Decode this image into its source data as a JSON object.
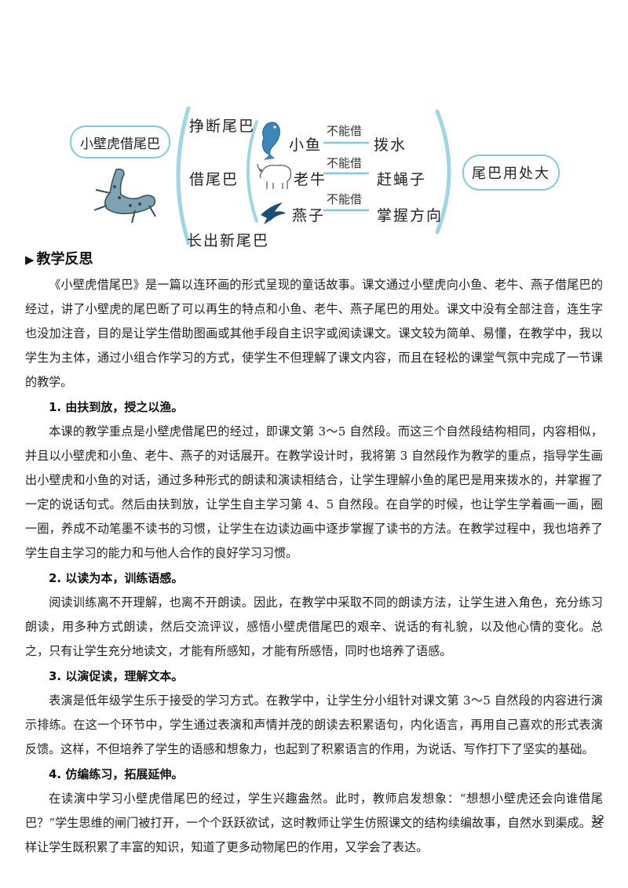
{
  "diagram": {
    "title": "小壁虎借尾巴",
    "branch_top": "挣断尾巴",
    "branch_middle": "借尾巴",
    "branch_bottom": "长出新尾巴",
    "animals": [
      {
        "name": "小鱼",
        "relation": "不能借",
        "use": "拨水"
      },
      {
        "name": "老牛",
        "relation": "不能借",
        "use": "赶蝇子"
      },
      {
        "name": "燕子",
        "relation": "不能借",
        "use": "掌握方向"
      }
    ],
    "conclusion": "尾巴用处大",
    "colors": {
      "accent": "#7ecbe0",
      "brace": "#9fd6e6"
    }
  },
  "section": {
    "marker": "▶",
    "title": "教学反思",
    "intro": "《小壁虎借尾巴》是一篇以连环画的形式呈现的童话故事。课文通过小壁虎向小鱼、老牛、燕子借尾巴的经过，讲了小壁虎的尾巴断了可以再生的特点和小鱼、老牛、燕子尾巴的用处。课文中没有全部注音，连生字也没加注音，目的是让学生借助图画或其他手段自主识字或阅读课文。课文较为简单、易懂，在教学中，我以学生为主体，通过小组合作学习的方式，使学生不但理解了课文内容，而且在轻松的课堂气氛中完成了一节课的教学。",
    "items": [
      {
        "heading": "1. 由扶到放，授之以渔。",
        "body": "本课的教学重点是小壁虎借尾巴的经过，即课文第 3～5 自然段。而这三个自然段结构相同，内容相似，并且以小壁虎和小鱼、老牛、燕子的对话展开。在教学设计时，我将第 3 自然段作为教学的重点，指导学生画出小壁虎和小鱼的对话，通过多种形式的朗读和演读相结合，让学生理解小鱼的尾巴是用来拨水的，并掌握了一定的说话句式。然后由扶到放，让学生自主学习第 4、5 自然段。在自学的时候，也让学生学着画一画，圈一圈，养成不动笔墨不读书的习惯，让学生在边读边画中逐步掌握了读书的方法。在教学过程中，我也培养了学生自主学习的能力和与他人合作的良好学习习惯。"
      },
      {
        "heading": "2. 以读为本，训练语感。",
        "body": "阅读训练离不开理解，也离不开朗读。因此，在教学中采取不同的朗读方法，让学生进入角色，充分练习朗读，用多种方式朗读，然后交流评议，感悟小壁虎借尾巴的艰辛、说话的有礼貌，以及他心情的变化。总之，只有让学生充分地读文，才能有所感知，才能有所感悟，同时也培养了语感。"
      },
      {
        "heading": "3. 以演促读，理解文本。",
        "body": "表演是低年级学生乐于接受的学习方式。在教学中，让学生分小组针对课文第 3～5 自然段的内容进行演示排练。在这一个环节中，学生通过表演和声情并茂的朗读去积累语句，内化语言，再用自己喜欢的形式表演反馈。这样，不但培养了学生的语感和想象力，也起到了积累语言的作用，为说话、写作打下了坚实的基础。"
      },
      {
        "heading": "4. 仿编练习，拓展延伸。",
        "body": "在读演中学习小壁虎借尾巴的经过，学生兴趣盎然。此时，教师启发想象：“想想小壁虎还会向谁借尾巴？”学生思维的闸门被打开，一个个跃跃欲试，这时教师让学生仿照课文的结构续编故事，自然水到渠成。这样让学生既积累了丰富的知识，知道了更多动物尾巴的作用，又学会了表达。"
      }
    ]
  },
  "page_number": "12"
}
